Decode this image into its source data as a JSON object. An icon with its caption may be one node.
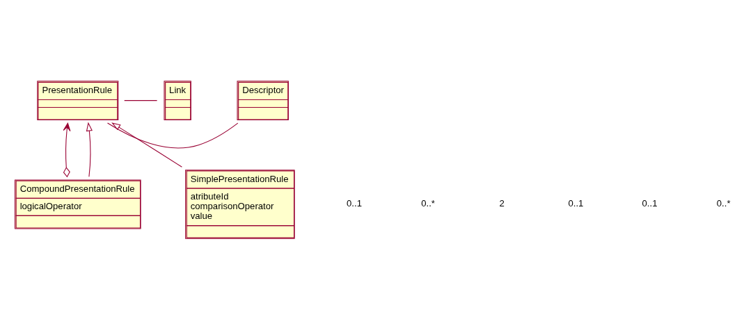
{
  "diagram": {
    "nodes": [
      {
        "text": [
          "PresentationRule"
        ]
      },
      {
        "text": [
          "Descriptor"
        ]
      },
      {
        "text": [
          "Link"
        ]
      },
      {
        "text": [
          "CompoundPresentationRule",
          "logicalOperator"
        ]
      },
      {
        "text": [
          "SimplePresentationRule",
          "atributeId",
          "comparisonOperator",
          "value"
        ]
      }
    ],
    "edges": [
      {
        "from": 0,
        "to": 1,
        "arrow": "none"
      },
      {
        "from": 0,
        "to": 2,
        "arrow": "none"
      },
      {
        "from": 3,
        "to": 0,
        "arrow": "to"
      },
      {
        "from": 3,
        "to": 0,
        "arrow": "to"
      },
      {
        "from": 4,
        "to": 0,
        "arrow": "to"
      }
    ],
    "labels": [
      "0..1",
      "0..*",
      "2",
      "0..1",
      "0..1",
      "0..*"
    ]
  }
}
